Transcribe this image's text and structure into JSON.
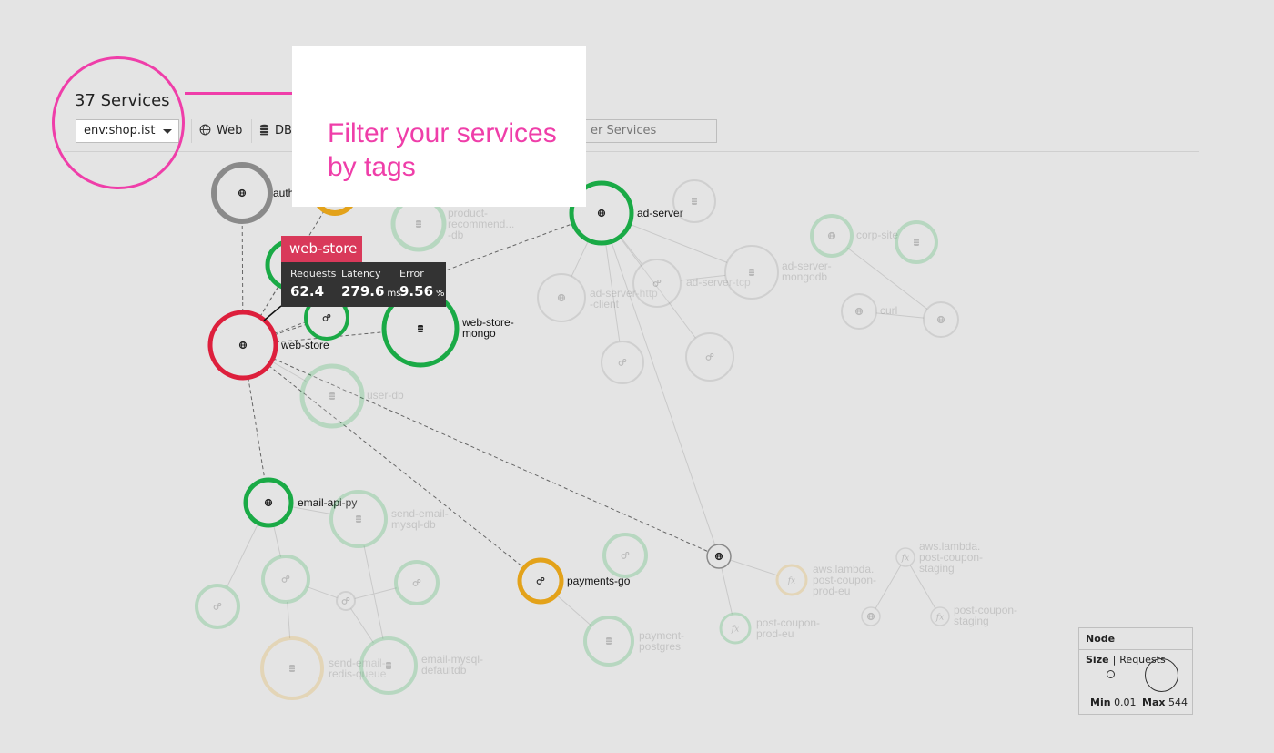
{
  "header": {
    "services_count": "37 Services",
    "env_filter": "env:shop.ist",
    "type_web": "Web",
    "type_db": "DB",
    "filter_placeholder": "er Services"
  },
  "callout": {
    "text": "Filter your services\nby tags",
    "color": "#ef3ea9"
  },
  "tooltip": {
    "title": "web-store",
    "requests_label": "Requests",
    "requests_value": "62.4",
    "latency_label": "Latency",
    "latency_value": "279.6",
    "latency_unit": "ms",
    "error_label": "Error",
    "error_value": "9.56",
    "error_unit": "%"
  },
  "legend": {
    "title": "Node Size",
    "metric": "Requests",
    "min_label": "Min",
    "min_value": "0.01",
    "max_label": "Max",
    "max_value": "544"
  },
  "colors": {
    "ok": "#1aaa46",
    "warn": "#e3a21a",
    "error": "#dd1f3c",
    "neutral": "#8a8a8a",
    "tooltip_header": "#d9395a"
  },
  "service_map": {
    "nodes": [
      {
        "id": "auth",
        "label": "auth",
        "status": "neutral",
        "icon": "web-icon",
        "faded": false
      },
      {
        "id": "top-warn",
        "label": "",
        "status": "warn",
        "icon": "web-icon",
        "faded": false
      },
      {
        "id": "product-recommendation-db",
        "label": "product-\nrecommend...\n-db",
        "status": "ok",
        "icon": "database-icon",
        "faded": true
      },
      {
        "id": "web-store-api",
        "label": "",
        "status": "ok",
        "icon": "web-icon",
        "faded": false
      },
      {
        "id": "web-store-worker",
        "label": "",
        "status": "ok",
        "icon": "worker-icon",
        "faded": false
      },
      {
        "id": "web-store",
        "label": "web-store",
        "status": "error",
        "icon": "web-icon",
        "faded": false
      },
      {
        "id": "web-store-mongo",
        "label": "web-store-\nmongo",
        "status": "ok",
        "icon": "database-icon",
        "faded": false
      },
      {
        "id": "user-db",
        "label": "user-db",
        "status": "ok",
        "icon": "database-icon",
        "faded": true
      },
      {
        "id": "ad-server",
        "label": "ad-server",
        "status": "ok",
        "icon": "web-icon",
        "faded": false
      },
      {
        "id": "ad-server-db-top",
        "label": "",
        "status": "neutral",
        "icon": "database-icon",
        "faded": true
      },
      {
        "id": "ad-server-http-client",
        "label": "ad-server-http\n-client",
        "status": "neutral",
        "icon": "web-icon",
        "faded": true
      },
      {
        "id": "ad-server-tcp",
        "label": "ad-server-tcp",
        "status": "neutral",
        "icon": "worker-icon",
        "faded": true
      },
      {
        "id": "ad-server-mongodb",
        "label": "ad-server-\nmongodb",
        "status": "neutral",
        "icon": "database-icon",
        "faded": true
      },
      {
        "id": "corp-site",
        "label": "corp-site",
        "status": "ok",
        "icon": "web-icon",
        "faded": true
      },
      {
        "id": "corp-site-db",
        "label": "",
        "status": "ok",
        "icon": "database-icon",
        "faded": true
      },
      {
        "id": "curl",
        "label": "curl",
        "status": "neutral",
        "icon": "web-icon",
        "faded": true
      },
      {
        "id": "curl-target",
        "label": "",
        "status": "neutral",
        "icon": "web-icon",
        "faded": true
      },
      {
        "id": "ad-worker-a",
        "label": "",
        "status": "neutral",
        "icon": "worker-icon",
        "faded": true
      },
      {
        "id": "ad-worker-b",
        "label": "",
        "status": "neutral",
        "icon": "worker-icon",
        "faded": true
      },
      {
        "id": "email-api-py",
        "label": "email-api-py",
        "status": "ok",
        "icon": "web-icon",
        "faded": false
      },
      {
        "id": "send-email-mysql-db",
        "label": "send-email-\nmysql-db",
        "status": "ok",
        "icon": "database-icon",
        "faded": true
      },
      {
        "id": "email-worker-a",
        "label": "",
        "status": "ok",
        "icon": "worker-icon",
        "faded": true
      },
      {
        "id": "email-worker-b",
        "label": "",
        "status": "ok",
        "icon": "worker-icon",
        "faded": true
      },
      {
        "id": "email-worker-c",
        "label": "",
        "status": "neutral",
        "icon": "worker-icon",
        "faded": true
      },
      {
        "id": "email-worker-d",
        "label": "",
        "status": "ok",
        "icon": "worker-icon",
        "faded": true
      },
      {
        "id": "send-email-redis-queue",
        "label": "send-email-\nredis-queue",
        "status": "warn",
        "icon": "database-icon",
        "faded": true
      },
      {
        "id": "email-mysql-defaultdb",
        "label": "email-mysql-\ndefaultdb",
        "status": "ok",
        "icon": "database-icon",
        "faded": true
      },
      {
        "id": "payments-go",
        "label": "payments-go",
        "status": "warn",
        "icon": "worker-icon",
        "faded": false
      },
      {
        "id": "payments-worker",
        "label": "",
        "status": "ok",
        "icon": "worker-icon",
        "faded": true
      },
      {
        "id": "payment-postgres",
        "label": "payment-\npostgres",
        "status": "ok",
        "icon": "database-icon",
        "faded": true
      },
      {
        "id": "gateway",
        "label": "",
        "status": "neutral",
        "icon": "web-icon",
        "faded": false
      },
      {
        "id": "aws-lambda-post-coupon-prod-eu",
        "label": "aws.lambda.\npost-coupon-\nprod-eu",
        "status": "warn",
        "icon": "function-icon",
        "faded": true
      },
      {
        "id": "post-coupon-prod-eu",
        "label": "post-coupon-\nprod-eu",
        "status": "ok",
        "icon": "function-icon",
        "faded": true
      },
      {
        "id": "aws-lambda-post-coupon-staging",
        "label": "aws.lambda.\npost-coupon-\nstaging",
        "status": "neutral",
        "icon": "function-icon",
        "faded": true
      },
      {
        "id": "post-coupon-staging",
        "label": "post-coupon-\nstaging",
        "status": "neutral",
        "icon": "function-icon",
        "faded": true
      },
      {
        "id": "coupon-web",
        "label": "",
        "status": "neutral",
        "icon": "web-icon",
        "faded": true
      }
    ]
  }
}
